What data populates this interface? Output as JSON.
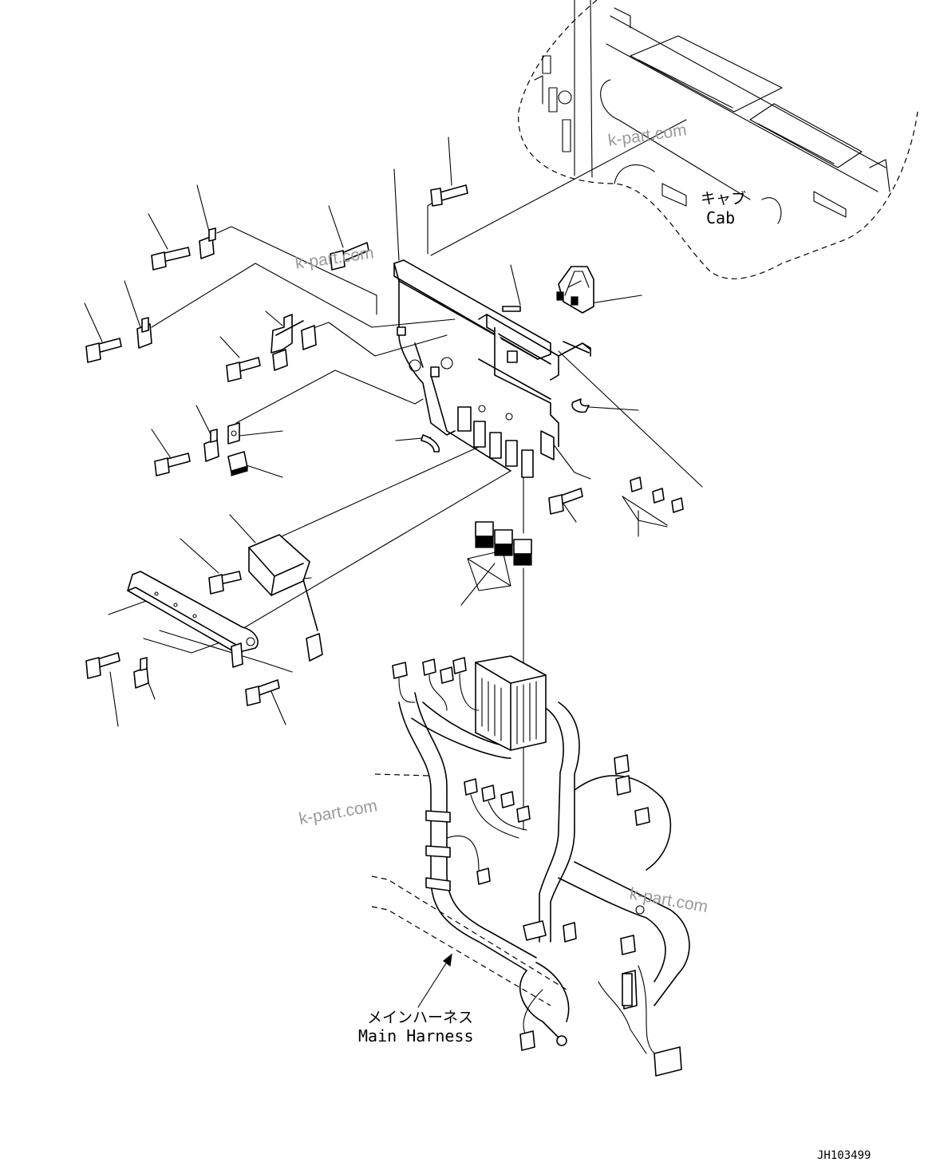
{
  "labels": {
    "cab_jp": "キャブ",
    "cab_en": "Cab",
    "harness_jp": "メインハーネス",
    "harness_en": "Main Harness"
  },
  "drawing_code": "JH103499",
  "watermarks": [
    "k-part.com",
    "k-part.com",
    "k-part.com",
    "k-part.com"
  ]
}
